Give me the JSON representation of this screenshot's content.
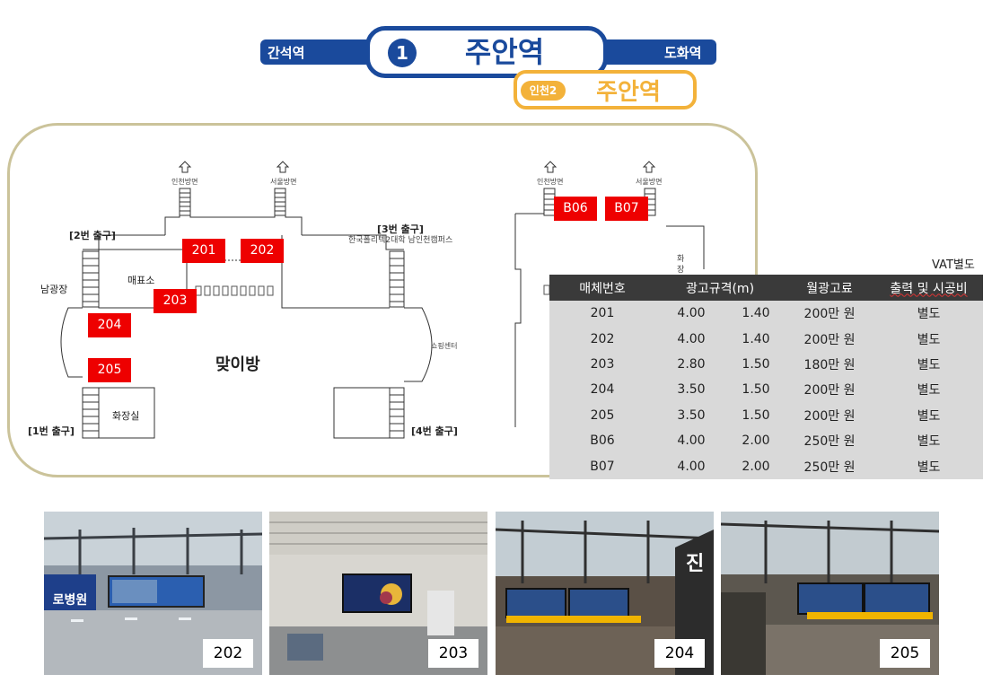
{
  "header": {
    "prev_station": "간석역",
    "next_station": "도화역",
    "line_number": "1",
    "station_name": "주안역",
    "sub_line_badge": "인천2",
    "sub_station_name": "주안역",
    "colors": {
      "line1": "#1a4a9c",
      "incheon2": "#f3b23a"
    }
  },
  "map": {
    "direction_incheon": "인천방면",
    "direction_seoul": "서울방면",
    "exit2": "[2번 출구]",
    "exit3": "[3번 출구]",
    "exit3_desc": "한국폴리텍2대학 남인천캠퍼스",
    "exit1": "[1번 출구]",
    "exit4": "[4번 출구]",
    "plaza": "남광장",
    "ticket_office": "매표소",
    "meeting_room": "맞이방",
    "restroom": "화장실",
    "shopping": "쇼핑센터",
    "restroom_right": "화장",
    "ad_labels": [
      "201",
      "202",
      "203",
      "204",
      "205",
      "B06",
      "B07"
    ]
  },
  "pricing": {
    "vat_note": "VAT별도",
    "headers": [
      "매체번호",
      "광고규격(m)",
      "월광고료",
      "출력 및 시공비"
    ],
    "rows": [
      {
        "id": "201",
        "w": "4.00",
        "h": "1.40",
        "fee": "200만 원",
        "extra": "별도"
      },
      {
        "id": "202",
        "w": "4.00",
        "h": "1.40",
        "fee": "200만 원",
        "extra": "별도"
      },
      {
        "id": "203",
        "w": "2.80",
        "h": "1.50",
        "fee": "180만 원",
        "extra": "별도"
      },
      {
        "id": "204",
        "w": "3.50",
        "h": "1.50",
        "fee": "200만 원",
        "extra": "별도"
      },
      {
        "id": "205",
        "w": "3.50",
        "h": "1.50",
        "fee": "200만 원",
        "extra": "별도"
      },
      {
        "id": "B06",
        "w": "4.00",
        "h": "2.00",
        "fee": "250만 원",
        "extra": "별도"
      },
      {
        "id": "B07",
        "w": "4.00",
        "h": "2.00",
        "fee": "250만 원",
        "extra": "별도"
      }
    ]
  },
  "photos": [
    {
      "tag": "202",
      "ad_text": "로병원"
    },
    {
      "tag": "203"
    },
    {
      "tag": "204",
      "sign": "진"
    },
    {
      "tag": "205"
    }
  ]
}
